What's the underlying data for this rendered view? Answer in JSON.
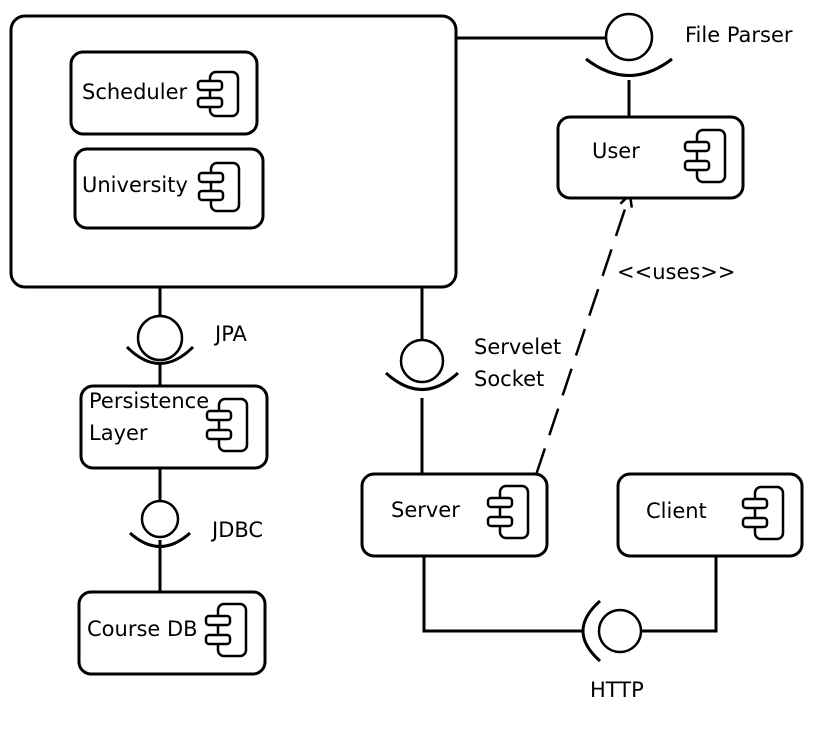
{
  "components": {
    "scheduler": "Scheduler",
    "university": "University",
    "user": "User",
    "persistence_line1": "Persistence",
    "persistence_line2": "Layer",
    "server": "Server",
    "client": "Client",
    "course_db": "Course DB"
  },
  "interfaces": {
    "file_parser": "File Parser",
    "jpa": "JPA",
    "jdbc": "JDBC",
    "servelet_line1": "Servelet",
    "servelet_line2": "Socket",
    "http": "HTTP"
  },
  "relations": {
    "uses": "<<uses>>"
  },
  "icons": {
    "component": "component-icon",
    "provided_interface": "lollipop-icon",
    "required_interface": "socket-icon"
  },
  "colors": {
    "stroke": "#000000",
    "background": "#ffffff"
  }
}
